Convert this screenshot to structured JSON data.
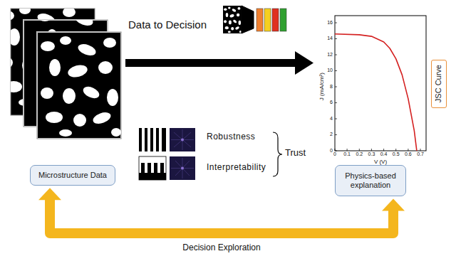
{
  "diagram": {
    "nodes": [
      {
        "text": [
          "Microstructure Data"
        ]
      },
      {
        "text": [
          "Physics-based explanation"
        ]
      },
      {
        "text": [
          "JSC Curve"
        ]
      }
    ],
    "edges": [
      {
        "from": 0,
        "to": 1,
        "arrow": "both",
        "label": "Decision Exploration"
      }
    ],
    "labels": [
      "Data to Decision",
      "Robustness",
      "Interpretability",
      "Trust",
      "J (mA/cm²)",
      "V (V)",
      "0",
      "2",
      "4",
      "6",
      "8",
      "10",
      "12",
      "14",
      "16",
      "0",
      "0.1",
      "0.2",
      "0.3",
      "0.4",
      "0.5",
      "0.6",
      "0.7"
    ]
  }
}
